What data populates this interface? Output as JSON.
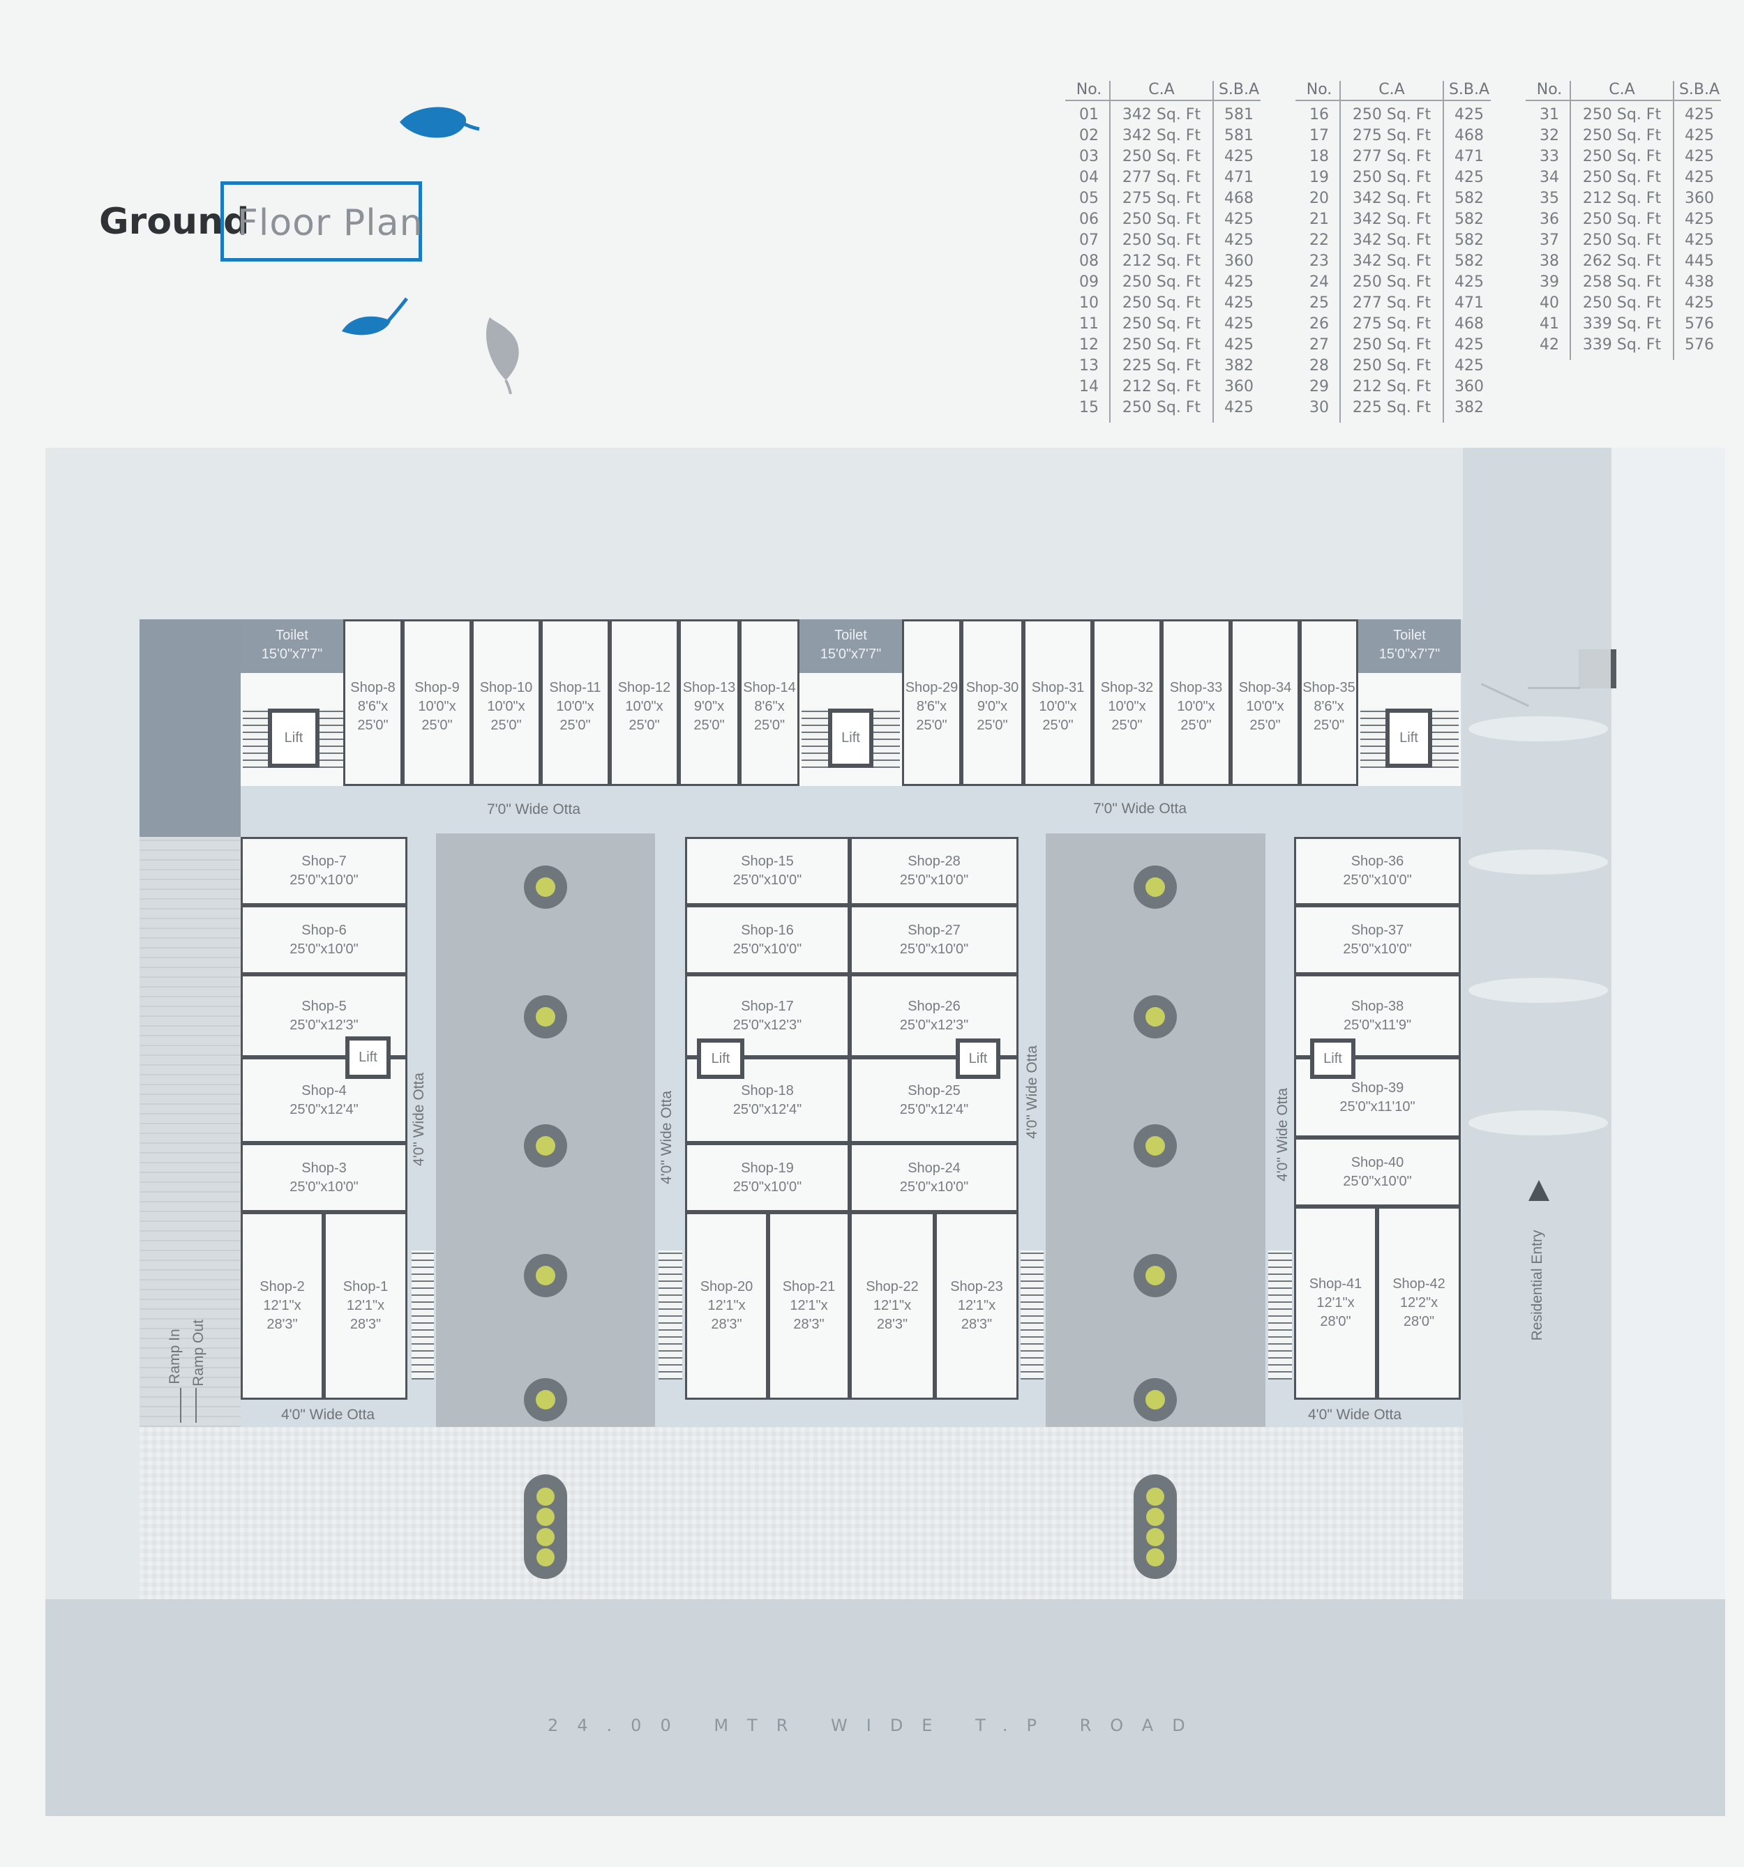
{
  "title": {
    "bold": "Ground",
    "light": "Floor Plan"
  },
  "colors": {
    "accent_blue": "#1a7bbf",
    "leaf_gray": "#a9afb4",
    "tree_green": "#c6cf5f"
  },
  "area_table": {
    "headers": [
      "No.",
      "C.A",
      "S.B.A"
    ],
    "rows": [
      [
        "01",
        "342 Sq. Ft",
        "581"
      ],
      [
        "02",
        "342 Sq. Ft",
        "581"
      ],
      [
        "03",
        "250 Sq. Ft",
        "425"
      ],
      [
        "04",
        "277 Sq. Ft",
        "471"
      ],
      [
        "05",
        "275 Sq. Ft",
        "468"
      ],
      [
        "06",
        "250 Sq. Ft",
        "425"
      ],
      [
        "07",
        "250 Sq. Ft",
        "425"
      ],
      [
        "08",
        "212 Sq. Ft",
        "360"
      ],
      [
        "09",
        "250 Sq. Ft",
        "425"
      ],
      [
        "10",
        "250 Sq. Ft",
        "425"
      ],
      [
        "11",
        "250 Sq. Ft",
        "425"
      ],
      [
        "12",
        "250 Sq. Ft",
        "425"
      ],
      [
        "13",
        "225 Sq. Ft",
        "382"
      ],
      [
        "14",
        "212 Sq. Ft",
        "360"
      ],
      [
        "15",
        "250 Sq. Ft",
        "425"
      ],
      [
        "16",
        "250 Sq. Ft",
        "425"
      ],
      [
        "17",
        "275 Sq. Ft",
        "468"
      ],
      [
        "18",
        "277 Sq. Ft",
        "471"
      ],
      [
        "19",
        "250 Sq. Ft",
        "425"
      ],
      [
        "20",
        "342 Sq. Ft",
        "582"
      ],
      [
        "21",
        "342 Sq. Ft",
        "582"
      ],
      [
        "22",
        "342 Sq. Ft",
        "582"
      ],
      [
        "23",
        "342 Sq. Ft",
        "582"
      ],
      [
        "24",
        "250 Sq. Ft",
        "425"
      ],
      [
        "25",
        "277 Sq. Ft",
        "471"
      ],
      [
        "26",
        "275 Sq. Ft",
        "468"
      ],
      [
        "27",
        "250 Sq. Ft",
        "425"
      ],
      [
        "28",
        "250 Sq. Ft",
        "425"
      ],
      [
        "29",
        "212 Sq. Ft",
        "360"
      ],
      [
        "30",
        "225 Sq. Ft",
        "382"
      ],
      [
        "31",
        "250 Sq. Ft",
        "425"
      ],
      [
        "32",
        "250 Sq. Ft",
        "425"
      ],
      [
        "33",
        "250 Sq. Ft",
        "425"
      ],
      [
        "34",
        "250 Sq. Ft",
        "425"
      ],
      [
        "35",
        "212 Sq. Ft",
        "360"
      ],
      [
        "36",
        "250 Sq. Ft",
        "425"
      ],
      [
        "37",
        "250 Sq. Ft",
        "425"
      ],
      [
        "38",
        "262 Sq. Ft",
        "445"
      ],
      [
        "39",
        "258 Sq. Ft",
        "438"
      ],
      [
        "40",
        "250 Sq. Ft",
        "425"
      ],
      [
        "41",
        "339 Sq. Ft",
        "576"
      ],
      [
        "42",
        "339 Sq. Ft",
        "576"
      ]
    ]
  },
  "shops": {
    "1": [
      "Shop-1",
      "12'1\"x",
      "28'3\""
    ],
    "2": [
      "Shop-2",
      "12'1\"x",
      "28'3\""
    ],
    "3": [
      "Shop-3",
      "25'0\"x10'0\""
    ],
    "4": [
      "Shop-4",
      "25'0\"x12'4\""
    ],
    "5": [
      "Shop-5",
      "25'0\"x12'3\""
    ],
    "6": [
      "Shop-6",
      "25'0\"x10'0\""
    ],
    "7": [
      "Shop-7",
      "25'0\"x10'0\""
    ],
    "8": [
      "Shop-8",
      "8'6\"x",
      "25'0\""
    ],
    "9": [
      "Shop-9",
      "10'0\"x",
      "25'0\""
    ],
    "10": [
      "Shop-10",
      "10'0\"x",
      "25'0\""
    ],
    "11": [
      "Shop-11",
      "10'0\"x",
      "25'0\""
    ],
    "12": [
      "Shop-12",
      "10'0\"x",
      "25'0\""
    ],
    "13": [
      "Shop-13",
      "9'0\"x",
      "25'0\""
    ],
    "14": [
      "Shop-14",
      "8'6\"x",
      "25'0\""
    ],
    "15": [
      "Shop-15",
      "25'0\"x10'0\""
    ],
    "16": [
      "Shop-16",
      "25'0\"x10'0\""
    ],
    "17": [
      "Shop-17",
      "25'0\"x12'3\""
    ],
    "18": [
      "Shop-18",
      "25'0\"x12'4\""
    ],
    "19": [
      "Shop-19",
      "25'0\"x10'0\""
    ],
    "20": [
      "Shop-20",
      "12'1\"x",
      "28'3\""
    ],
    "21": [
      "Shop-21",
      "12'1\"x",
      "28'3\""
    ],
    "22": [
      "Shop-22",
      "12'1\"x",
      "28'3\""
    ],
    "23": [
      "Shop-23",
      "12'1\"x",
      "28'3\""
    ],
    "24": [
      "Shop-24",
      "25'0\"x10'0\""
    ],
    "25": [
      "Shop-25",
      "25'0\"x12'4\""
    ],
    "26": [
      "Shop-26",
      "25'0\"x12'3\""
    ],
    "27": [
      "Shop-27",
      "25'0\"x10'0\""
    ],
    "28": [
      "Shop-28",
      "25'0\"x10'0\""
    ],
    "29": [
      "Shop-29",
      "8'6\"x",
      "25'0\""
    ],
    "30": [
      "Shop-30",
      "9'0\"x",
      "25'0\""
    ],
    "31": [
      "Shop-31",
      "10'0\"x",
      "25'0\""
    ],
    "32": [
      "Shop-32",
      "10'0\"x",
      "25'0\""
    ],
    "33": [
      "Shop-33",
      "10'0\"x",
      "25'0\""
    ],
    "34": [
      "Shop-34",
      "10'0\"x",
      "25'0\""
    ],
    "35": [
      "Shop-35",
      "8'6\"x",
      "25'0\""
    ],
    "36": [
      "Shop-36",
      "25'0\"x10'0\""
    ],
    "37": [
      "Shop-37",
      "25'0\"x10'0\""
    ],
    "38": [
      "Shop-38",
      "25'0\"x11'9\""
    ],
    "39": [
      "Shop-39",
      "25'0\"x11'10\""
    ],
    "40": [
      "Shop-40",
      "25'0\"x10'0\""
    ],
    "41": [
      "Shop-41",
      "12'1\"x",
      "28'0\""
    ],
    "42": [
      "Shop-42",
      "12'2\"x",
      "28'0\""
    ]
  },
  "toilet": {
    "label": "Toilet",
    "size": "15'0\"x7'7\""
  },
  "lift_label": "Lift",
  "otta": {
    "wide7": "7'0\" Wide Otta",
    "wide4": "4'0\" Wide Otta"
  },
  "road_label": "24.00 MTR WIDE T.P ROAD",
  "ramp_in": "Ramp In",
  "ramp_out": "Ramp Out",
  "residential_entry": "Residential Entry"
}
